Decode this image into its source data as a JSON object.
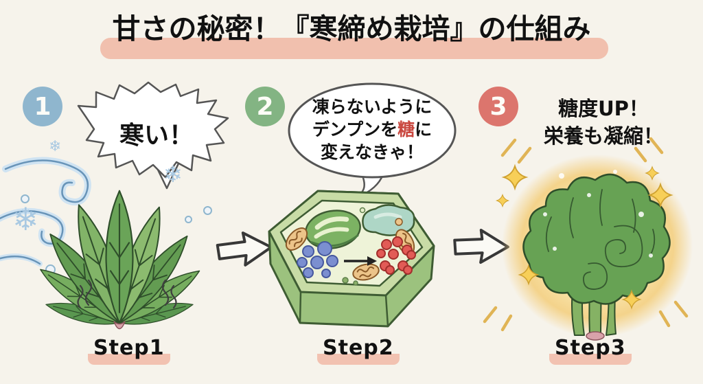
{
  "title": "甘さの秘密！『寒締め栽培』の仕組み",
  "steps": [
    {
      "number": "1",
      "label": "Step1",
      "bubble_text": "寒い！"
    },
    {
      "number": "2",
      "label": "Step2",
      "bubble_line1": "凍らないように",
      "bubble_line2_pre": "デンプンを",
      "bubble_line2_sugar": "糖",
      "bubble_line2_post": "に",
      "bubble_line3": "変えなきゃ！"
    },
    {
      "number": "3",
      "label": "Step3",
      "caption_line1": "糖度UP！",
      "caption_line2": "栄養も凝縮！"
    }
  ],
  "icons": {
    "snowflake": "❄",
    "step1_illustration": "spinach shivering in cold wind with snowflakes",
    "step2_illustration": "plant cell converting starch granules to sugar",
    "step3_illustration": "glowing sweet spinach with sparkles",
    "arrow": "right block arrow"
  },
  "colors": {
    "background": "#f6f3eb",
    "title_text": "#111111",
    "title_highlight": "#f1c0ae",
    "step1_badge": "#8fb6ce",
    "step2_badge": "#83b483",
    "step3_badge": "#dc756d",
    "sugar_text_red": "#c9473f",
    "snow_blue": "#a9c9e2",
    "glow_yellow": "#f4d38b",
    "label_highlight": "#f2c2b1"
  }
}
